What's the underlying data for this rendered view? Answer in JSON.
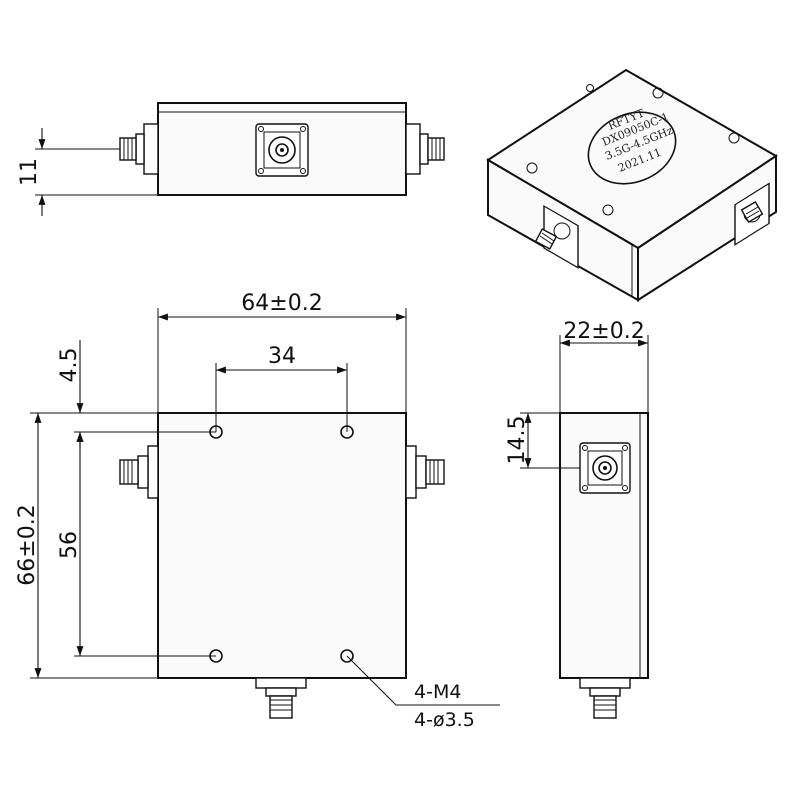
{
  "drawing": {
    "dimensions": {
      "port_offset_side": "11",
      "width": "64±0.2",
      "hole_spacing_x": "34",
      "top_edge_offset": "4.5",
      "height": "66±0.2",
      "hole_spacing_y": "56",
      "depth": "22±0.2",
      "port_height": "14.5"
    },
    "notes": {
      "thread": "4-M4",
      "hole_diameter": "4-ø3.5"
    },
    "label_marks": {
      "brand": "RFTYT",
      "line2": "DX09050C-1",
      "line3": "3.5G-4.5GHz",
      "line4": "2021.11"
    }
  }
}
